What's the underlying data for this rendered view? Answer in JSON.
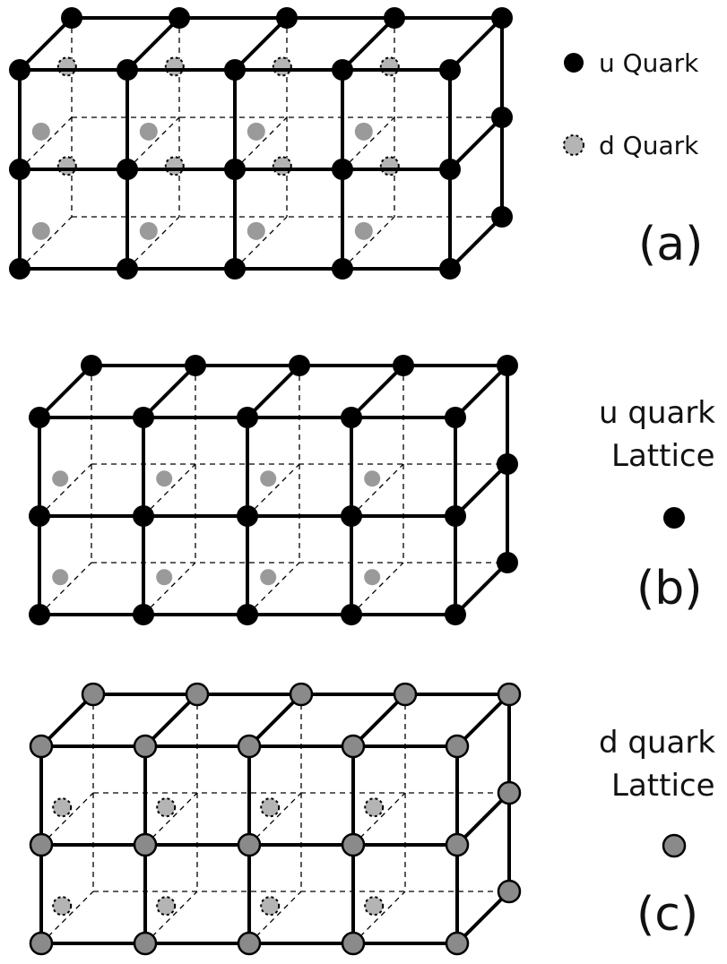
{
  "panels": [
    {
      "id": "a",
      "panel_label": "(a)",
      "legend": [
        {
          "symbol": "u-quark",
          "text": "u Quark"
        },
        {
          "symbol": "d-quark",
          "text": "d Quark"
        }
      ]
    },
    {
      "id": "b",
      "panel_label": "(b)",
      "title_lines": [
        "u quark",
        "Lattice"
      ],
      "symbol": "u-quark"
    },
    {
      "id": "c",
      "panel_label": "(c)",
      "title_lines": [
        "d quark",
        "Lattice"
      ],
      "symbol": "d-quark-lattice"
    }
  ],
  "colors": {
    "u_quark": "#000000",
    "d_quark_fill": "#8a8a8a",
    "d_quark_interior": "#9a9a9a",
    "d_quark_dashed": "#b4b4b4",
    "edge": "#000000",
    "hidden_edge": "#000000"
  }
}
